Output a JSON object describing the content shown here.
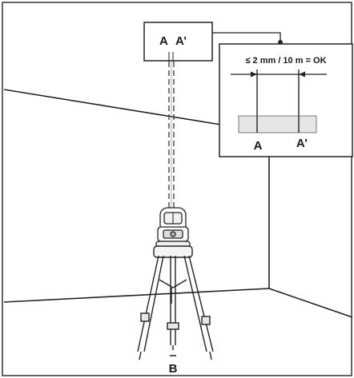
{
  "ceiling_box": {
    "label_a": "A",
    "label_a_prime": "A’"
  },
  "inset": {
    "tolerance": "≤ 2 mm / 10 m = OK",
    "label_a": "A",
    "label_a_prime": "A’"
  },
  "floor_point": {
    "label": "B"
  },
  "colors": {
    "line": "#1a1a1a",
    "panel": "#e6e6e6",
    "bg": "#ffffff"
  }
}
